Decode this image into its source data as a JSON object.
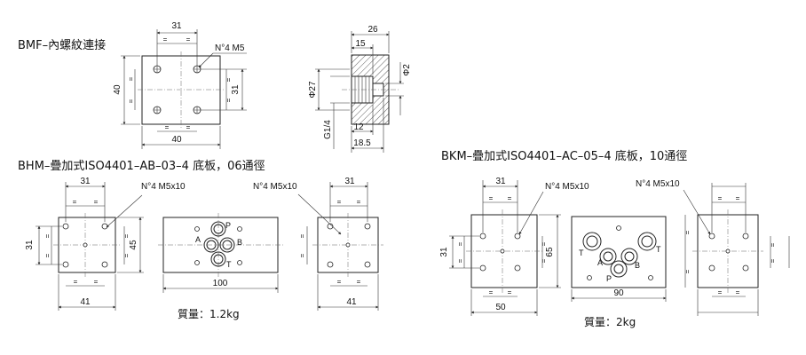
{
  "bmf": {
    "title": "BMF–內螺紋連接",
    "dims": {
      "top": "31",
      "left": "40",
      "right": "31",
      "bottom": "40"
    },
    "thread": "N°4 M5",
    "section": {
      "d26": "26",
      "d15": "15",
      "phi27": "Φ27",
      "phi2": "Φ2",
      "g14": "G1/4",
      "d12": "12",
      "d185": "18.5"
    }
  },
  "bhm": {
    "title": "BHM–疊加式ISO4401–AB–03–4 底板，06通徑",
    "left": {
      "top": "31",
      "side": "31",
      "right": "45",
      "bottom": "41",
      "thread": "N°4 M5x10"
    },
    "middle": {
      "width": "100",
      "ports": {
        "p": "P",
        "a": "A",
        "b": "B",
        "t": "T"
      }
    },
    "right": {
      "top": "31",
      "bottom": "41",
      "thread": "N°4 M5x10"
    },
    "weight": "質量：1.2kg"
  },
  "bkm": {
    "title": "BKM–疊加式ISO4401–AC–05–4 底板，10通徑",
    "left": {
      "top": "31",
      "side": "31",
      "right": "65",
      "bottom": "50",
      "thread": "N°4 M5x10"
    },
    "middle": {
      "width": "90",
      "ports": {
        "t1": "T",
        "a": "A",
        "b": "B",
        "t2": "T",
        "p": "P"
      }
    },
    "right": {
      "thread": "N°4 M5x10"
    },
    "weight": "質量：2kg"
  },
  "eq": "="
}
